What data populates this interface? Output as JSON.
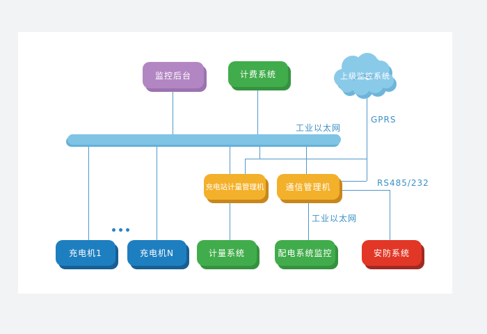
{
  "diagram": {
    "title": "charging-station-monitoring-architecture",
    "nodes": {
      "monitor_backend": {
        "label": "监控后台",
        "color": "#b286c2"
      },
      "billing_system": {
        "label": "计费系统",
        "color": "#41ac4b"
      },
      "upper_monitor_system": {
        "label": "上级监控系统",
        "color": "#8acae9"
      },
      "charging_meter_mgr": {
        "label": "充电站计量管理机",
        "color": "#f3b02a"
      },
      "comm_mgr": {
        "label": "通信管理机",
        "color": "#f3b02a"
      },
      "charger_1": {
        "label": "充电机1",
        "color": "#1e7fc0"
      },
      "charger_n": {
        "label": "充电机N",
        "color": "#1e7fc0"
      },
      "meter_system": {
        "label": "计量系统",
        "color": "#41ac4b"
      },
      "distribution_monitor": {
        "label": "配电系统监控",
        "color": "#41ac4b"
      },
      "security_system": {
        "label": "安防系统",
        "color": "#e23726"
      }
    },
    "link_labels": {
      "ethernet_top": "工业以太网",
      "gprs": "GPRS",
      "rs485": "RS485/232",
      "ethernet_lower": "工业以太网"
    },
    "colors": {
      "background": "#f2f3f5",
      "canvas": "#ffffff",
      "bus_bar": "#7fc4e5",
      "line": "#4f97cb",
      "link_label_text": "#3a8fc6",
      "node_text": "#ffffff"
    }
  }
}
